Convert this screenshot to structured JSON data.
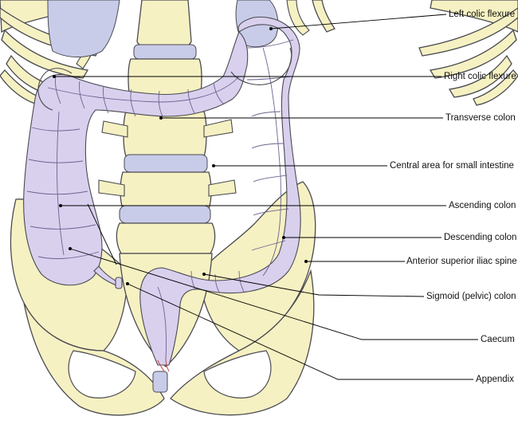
{
  "colors": {
    "bone": "#f6f1c2",
    "disc": "#c9cce8",
    "colon": "#d9d0ee",
    "outline": "#4a4a52",
    "leader": "#000000"
  },
  "labels": [
    {
      "id": "left-colic-flexure",
      "text": "Left colic flexure"
    },
    {
      "id": "right-colic-flexure",
      "text": "Right colic flexure"
    },
    {
      "id": "transverse-colon",
      "text": "Transverse colon"
    },
    {
      "id": "central-area",
      "text": "Central area for small intestine"
    },
    {
      "id": "ascending-colon",
      "text": "Ascending colon"
    },
    {
      "id": "descending-colon",
      "text": "Descending colon"
    },
    {
      "id": "asis",
      "text": "Anterior superior iliac spine"
    },
    {
      "id": "sigmoid-colon",
      "text": "Sigmoid (pelvic) colon"
    },
    {
      "id": "caecum",
      "text": "Caecum"
    },
    {
      "id": "appendix",
      "text": "Appendix"
    }
  ]
}
